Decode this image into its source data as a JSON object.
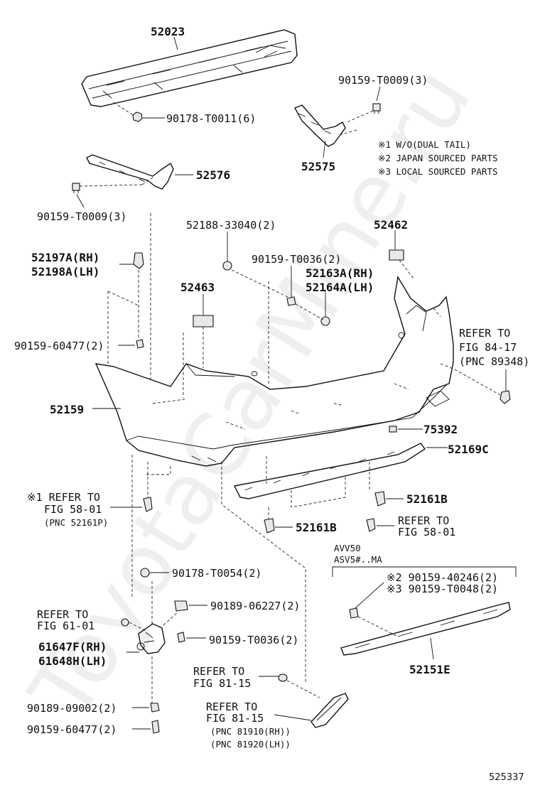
{
  "labels": {
    "p52023": "52023",
    "p90178_T0011": "90178-T0011(6)",
    "p90159_T0009_top": "90159-T0009(3)",
    "p52575": "52575",
    "note1": "※1 W/O(DUAL TAIL)",
    "note2": "※2 JAPAN SOURCED PARTS",
    "note3": "※3 LOCAL SOURCED PARTS",
    "p52576": "52576",
    "p90159_T0009_left": "90159-T0009(3)",
    "p52188": "52188-33040(2)",
    "p52462": "52462",
    "p52197A": "52197A(RH)",
    "p52198A": "52198A(LH)",
    "p90159_T0036_top": "90159-T0036(2)",
    "p52163A": "52163A(RH)",
    "p52164A": "52164A(LH)",
    "p52463": "52463",
    "ref84_1": "REFER TO",
    "ref84_2": "FIG 84-17",
    "ref84_3": "(PNC 89348)",
    "p90159_60477_top": "90159-60477(2)",
    "p52159": "52159",
    "p75392": "75392",
    "p52169C": "52169C",
    "ref58a_1": "※1 REFER TO",
    "ref58a_2": "FIG 58-01",
    "ref58a_3": "(PNC 52161P)",
    "p52161B_r": "52161B",
    "p52161B_c": "52161B",
    "ref58b_1": "REFER TO",
    "ref58b_2": "FIG 58-01",
    "model1": "AVV50",
    "model2": "ASV5#..MA",
    "p90178_T0054": "90178-T0054(2)",
    "p90159_40246": "※2 90159-40246(2)",
    "p90159_T0048": "※3 90159-T0048(2)",
    "p90189_06227": "90189-06227(2)",
    "ref61_1": "REFER TO",
    "ref61_2": "FIG 61-01",
    "p61647F": "61647F(RH)",
    "p61648H": "61648H(LH)",
    "p90159_T0036_bot": "90159-T0036(2)",
    "p52151E": "52151E",
    "ref81a_1": "REFER TO",
    "ref81a_2": "FIG 81-15",
    "p90189_09002": "90189-09002(2)",
    "ref81b_1": "REFER TO",
    "ref81b_2": "FIG 81-15",
    "p90159_60477_bot": "90159-60477(2)",
    "pnc81910": "(PNC 81910(RH))",
    "pnc81920": "(PNC 81920(LH))",
    "figure_number": "525337",
    "watermark": "ToyotaCarMine.ru"
  }
}
